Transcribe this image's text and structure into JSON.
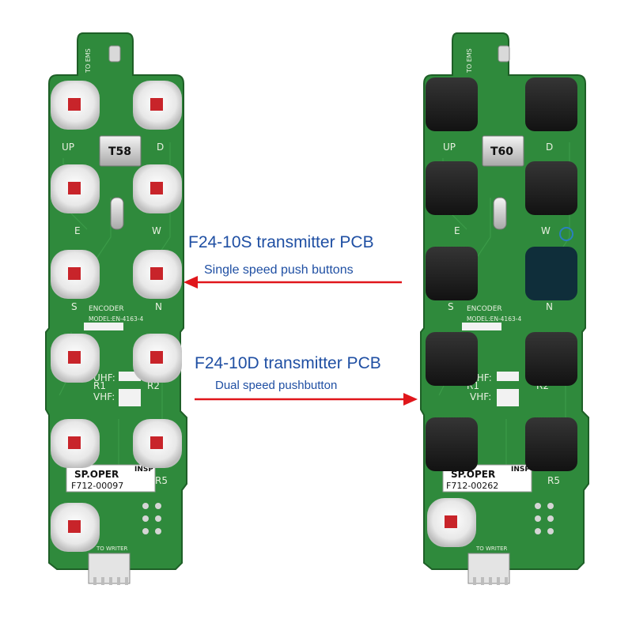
{
  "boards": {
    "left": {
      "model_label": "T58",
      "ems_label": "TO EMS",
      "writer_label": "TO WRITER",
      "encoder_label": "ENCODER",
      "model_line": "MODEL:EN-4163-4",
      "serial_title": "SP.OPER",
      "serial_number": "F712-00097",
      "insp_label": "INSP",
      "uhf_label": "UHF:",
      "vhf_label": "VHF:",
      "dir_up": "UP",
      "dir_d": "D",
      "dir_e": "E",
      "dir_w": "W",
      "dir_s": "S",
      "dir_n": "N",
      "dir_r1": "R1",
      "dir_r2": "R2",
      "dir_r5": "R5"
    },
    "right": {
      "model_label": "T60",
      "ems_label": "TO EMS",
      "writer_label": "TO WRITER",
      "encoder_label": "ENCODER",
      "model_line": "MODEL:EN-4163-4",
      "serial_title": "SP.OPER",
      "serial_number": "F712-00262",
      "insp_label": "INSP",
      "uhf_label": "UHF:",
      "vhf_label": "VHF:",
      "dir_up": "UP",
      "dir_d": "D",
      "dir_e": "E",
      "dir_w": "W",
      "dir_s": "S",
      "dir_n": "N",
      "dir_r1": "R1",
      "dir_r2": "R2",
      "dir_r5": "R5"
    }
  },
  "callouts": {
    "single_title": "F24-10S transmitter PCB",
    "single_subtitle": "Single speed push buttons",
    "dual_title": "F24-10D transmitter PCB",
    "dual_subtitle": "Dual speed pushbutton"
  },
  "colors": {
    "pcb_green": "#2f8a3c",
    "pcb_dark": "#1f6a2c",
    "arrow_red": "#e0161b",
    "callout_blue": "#1f4fa3",
    "button_white": "#ececec",
    "button_black": "#1c1c1c"
  }
}
